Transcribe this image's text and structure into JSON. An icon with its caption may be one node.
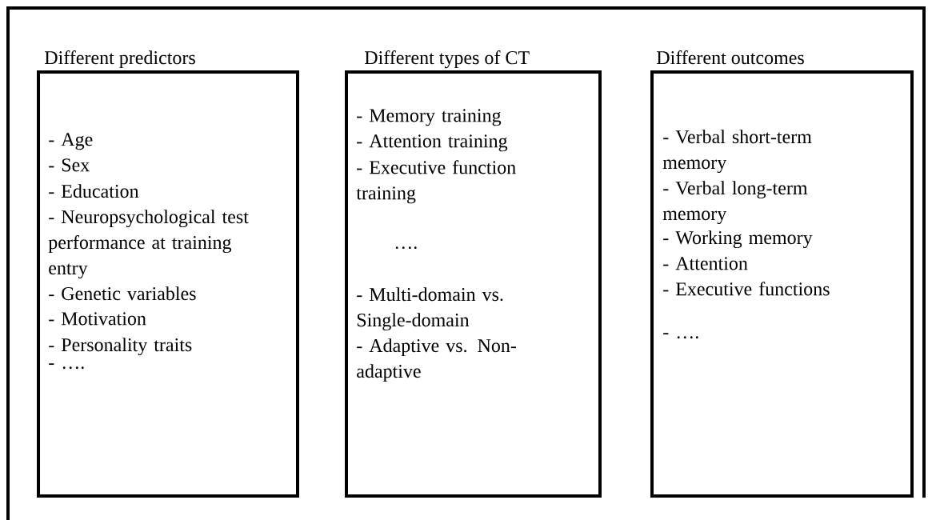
{
  "diagram": {
    "nodes": [
      {
        "text": [],
        "shape": "box"
      },
      {
        "text": [
          "Different predictors",
          "- Age",
          "- Sex",
          "- Education",
          "- Neuropsychological test performance at training entry",
          "- Genetic variables",
          "- Motivation",
          "- Personality traits",
          "- …."
        ],
        "in": 0
      },
      {
        "text": [
          "Different types of CT",
          "- Memory training",
          "- Attention training",
          "- Executive function training",
          "….",
          "- Multi-domain vs. Single-domain",
          "- Adaptive vs. Non-adaptive"
        ],
        "in": 0
      },
      {
        "text": [
          "Different outcomes",
          "- Verbal short-term memory",
          "- Verbal long-term memory",
          "- Working memory",
          "- Attention",
          "- Executive functions",
          "- …."
        ],
        "in": 0
      }
    ]
  }
}
